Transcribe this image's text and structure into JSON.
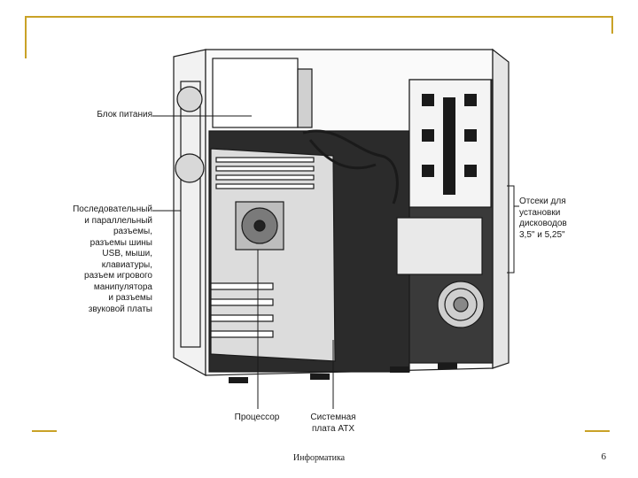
{
  "labels": {
    "psu": "Блок питания",
    "ports": "Последовательный\nи параллельный\nразъемы,\nразъемы шины\nUSB, мыши,\nклавиатуры,\nразъем игрового\nманипулятора\nи разъемы\nзвуковой платы",
    "bays": "Отсеки для\nустановки\nдисководов\n3,5\" и 5,25\"",
    "cpu": "Процессор",
    "motherboard": "Системная\nплата АТХ"
  },
  "footer": {
    "subject": "Информатика",
    "page": "6"
  },
  "colors": {
    "accent": "#c9a227",
    "ink": "#1a1a1a"
  }
}
